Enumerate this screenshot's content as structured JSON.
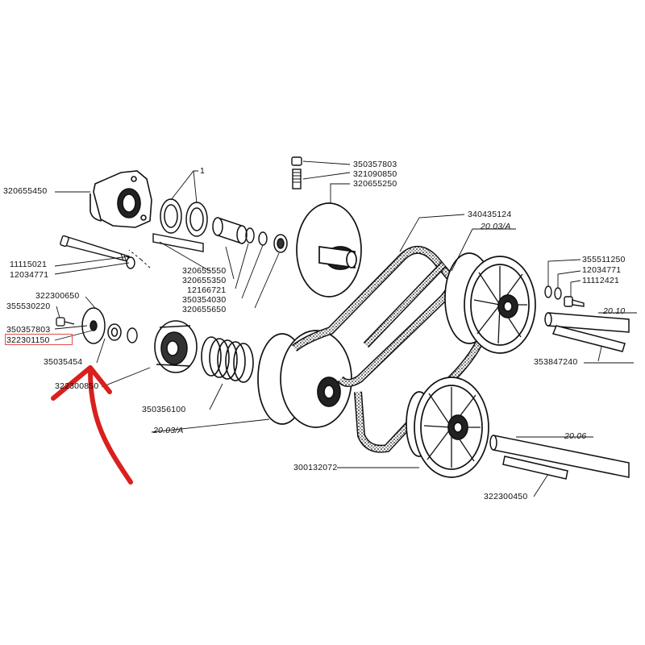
{
  "labels": {
    "p320655450": "320655450",
    "p1": "1",
    "p11115021": "11115021",
    "p12034771a": "12034771",
    "p320655550": "320655550",
    "p320655350": "320655350",
    "p12166721": "12166721",
    "p350354030": "350354030",
    "p320655650": "320655650",
    "p322300650": "322300650",
    "p355530220": "355530220",
    "p350357803a": "350357803",
    "p322301150": "322301150",
    "p350354545": "35035454",
    "p322300850": "322300850",
    "p350356100": "350356100",
    "ref2003a_left": "20.03/A",
    "p350357803b": "350357803",
    "p321090850": "321090850",
    "p320655250": "320655250",
    "p340435124": "340435124",
    "ref2003a_right": "20.03/A",
    "p355511250": "355511250",
    "p12034771b": "12034771",
    "p11112421": "11112421",
    "ref2010": "20.10",
    "p353847240": "353847240",
    "p300132072": "300132072",
    "ref2006": "20.06",
    "p322300450": "322300450"
  },
  "colors": {
    "ink": "#111111",
    "highlight_box": "#e0504a",
    "annotation_arrow": "#d9201e"
  },
  "highlighted_part": "322301150"
}
